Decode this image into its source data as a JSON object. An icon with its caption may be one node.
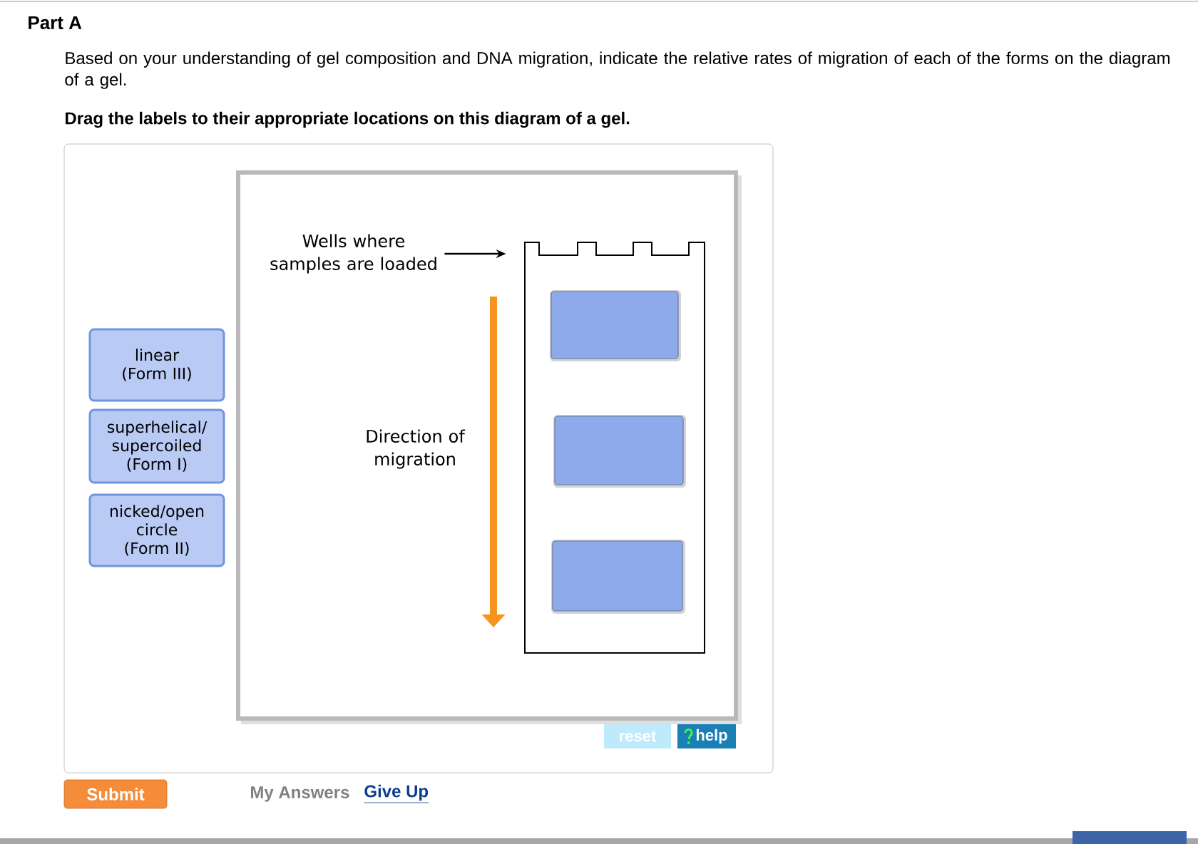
{
  "diagram": {
    "title": "Part A",
    "nodes": [
      {
        "text": [
          "linear (Form III)"
        ]
      },
      {
        "text": [
          "superhelical/ supercoiled (Form I)"
        ]
      },
      {
        "text": [
          "nicked/open circle (Form II)"
        ]
      },
      {
        "text": [
          "Wells where samples are loaded"
        ]
      },
      {
        "text": [],
        "shape": "box"
      },
      {
        "text": [],
        "shape": "box",
        "in": 4
      },
      {
        "text": [],
        "shape": "box",
        "in": 4
      },
      {
        "text": [],
        "shape": "box",
        "in": 4
      }
    ],
    "edges": [
      {
        "from": 3,
        "to": 4,
        "arrow": "to"
      }
    ],
    "labels": [
      "Based on your understanding of gel composition and DNA migration, indicate the relative rates of migration of each of the forms on the diagram of a gel.",
      "Drag the labels to their appropriate locations on this diagram of a gel.",
      "Direction of migration",
      "reset",
      "help",
      "Submit",
      "My Answers",
      "Give Up"
    ]
  }
}
